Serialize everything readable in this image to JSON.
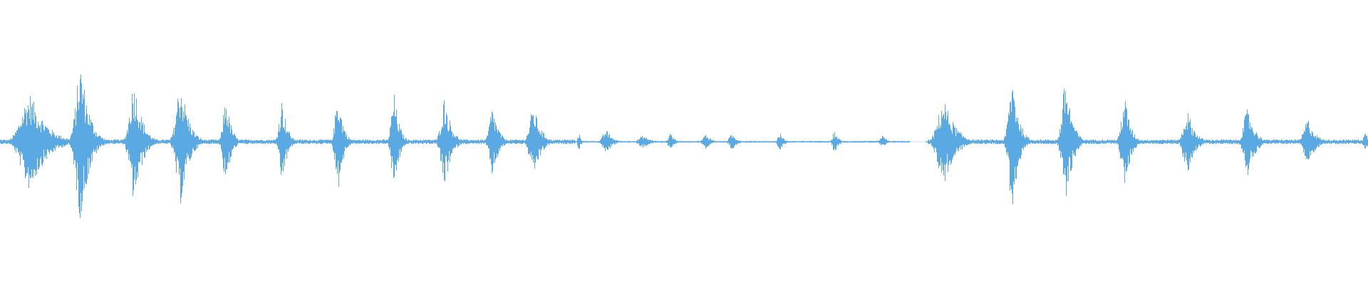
{
  "waveform": {
    "color": "#5aa9e3",
    "background": "#ffffff",
    "time_fractions": [
      0.0,
      0.016,
      0.035,
      0.055,
      0.08,
      0.1,
      0.13,
      0.165,
      0.205,
      0.24,
      0.29,
      0.32,
      0.38,
      0.43,
      0.47,
      0.52,
      0.535,
      0.56,
      0.61,
      0.63,
      0.68,
      0.74,
      0.83,
      0.87,
      0.94,
      1.0
    ],
    "bursts": [
      {
        "t": 0.022,
        "amp": 0.62,
        "dur": 0.022
      },
      {
        "t": 0.059,
        "amp": 1.0,
        "dur": 0.012
      },
      {
        "t": 0.098,
        "amp": 0.78,
        "dur": 0.011
      },
      {
        "t": 0.132,
        "amp": 0.8,
        "dur": 0.011
      },
      {
        "t": 0.165,
        "amp": 0.58,
        "dur": 0.007
      },
      {
        "t": 0.206,
        "amp": 0.55,
        "dur": 0.007
      },
      {
        "t": 0.247,
        "amp": 0.64,
        "dur": 0.007
      },
      {
        "t": 0.288,
        "amp": 0.62,
        "dur": 0.007
      },
      {
        "t": 0.325,
        "amp": 0.58,
        "dur": 0.009
      },
      {
        "t": 0.36,
        "amp": 0.45,
        "dur": 0.008
      },
      {
        "t": 0.39,
        "amp": 0.45,
        "dur": 0.01
      },
      {
        "t": 0.423,
        "amp": 0.12,
        "dur": 0.003
      },
      {
        "t": 0.443,
        "amp": 0.16,
        "dur": 0.008
      },
      {
        "t": 0.47,
        "amp": 0.08,
        "dur": 0.01
      },
      {
        "t": 0.49,
        "amp": 0.13,
        "dur": 0.005
      },
      {
        "t": 0.516,
        "amp": 0.1,
        "dur": 0.007
      },
      {
        "t": 0.535,
        "amp": 0.1,
        "dur": 0.007
      },
      {
        "t": 0.57,
        "amp": 0.12,
        "dur": 0.005
      },
      {
        "t": 0.61,
        "amp": 0.14,
        "dur": 0.005
      },
      {
        "t": 0.645,
        "amp": 0.08,
        "dur": 0.006
      },
      {
        "t": 0.69,
        "amp": 0.55,
        "dur": 0.015
      },
      {
        "t": 0.74,
        "amp": 0.85,
        "dur": 0.009
      },
      {
        "t": 0.779,
        "amp": 0.82,
        "dur": 0.009
      },
      {
        "t": 0.822,
        "amp": 0.6,
        "dur": 0.008
      },
      {
        "t": 0.868,
        "amp": 0.4,
        "dur": 0.01
      },
      {
        "t": 0.912,
        "amp": 0.43,
        "dur": 0.01
      },
      {
        "t": 0.956,
        "amp": 0.3,
        "dur": 0.01
      },
      {
        "t": 0.998,
        "amp": 0.12,
        "dur": 0.005
      }
    ],
    "floor_segments": [
      {
        "from": 0.0,
        "to": 0.42,
        "amp": 0.03
      },
      {
        "from": 0.42,
        "to": 0.665,
        "amp": 0.012
      },
      {
        "from": 0.678,
        "to": 1.0,
        "amp": 0.03
      }
    ]
  }
}
